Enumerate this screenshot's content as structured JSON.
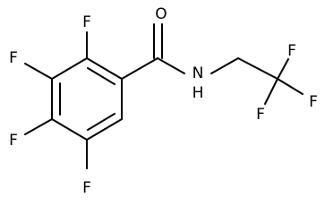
{
  "structure": {
    "atoms": {
      "F_top": "F",
      "F_left_upper": "F",
      "F_left_lower": "F",
      "F_bottom": "F",
      "O": "O",
      "NH": "N\nH",
      "F_cf3_top": "F",
      "F_cf3_right": "F",
      "F_cf3_bottom": "F"
    },
    "nh_label": {
      "n": "N",
      "h": "H"
    }
  },
  "colors": {
    "bond": "#000000",
    "label": "#000000",
    "background": "#ffffff"
  }
}
